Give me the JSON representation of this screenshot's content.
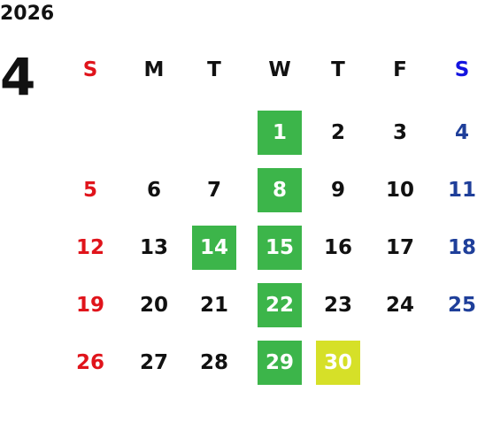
{
  "year": "2026",
  "month": "4",
  "weekdays": [
    "S",
    "M",
    "T",
    "W",
    "T",
    "F",
    "S"
  ],
  "weeks": [
    [
      "",
      "",
      "",
      "1",
      "2",
      "3",
      "4"
    ],
    [
      "5",
      "6",
      "7",
      "8",
      "9",
      "10",
      "11"
    ],
    [
      "12",
      "13",
      "14",
      "15",
      "16",
      "17",
      "18"
    ],
    [
      "19",
      "20",
      "21",
      "22",
      "23",
      "24",
      "25"
    ],
    [
      "26",
      "27",
      "28",
      "29",
      "30",
      "",
      ""
    ]
  ],
  "highlight_green": [
    "1",
    "8",
    "14",
    "15",
    "22",
    "29"
  ],
  "highlight_yellow": [
    "30"
  ],
  "colors": {
    "sunday": "#e0141b",
    "saturday": "#1f3f9a",
    "saturday_header": "#1414e0",
    "highlight_green": "#3cb54a",
    "highlight_yellow": "#d6e028",
    "weekday_text": "#111111"
  }
}
